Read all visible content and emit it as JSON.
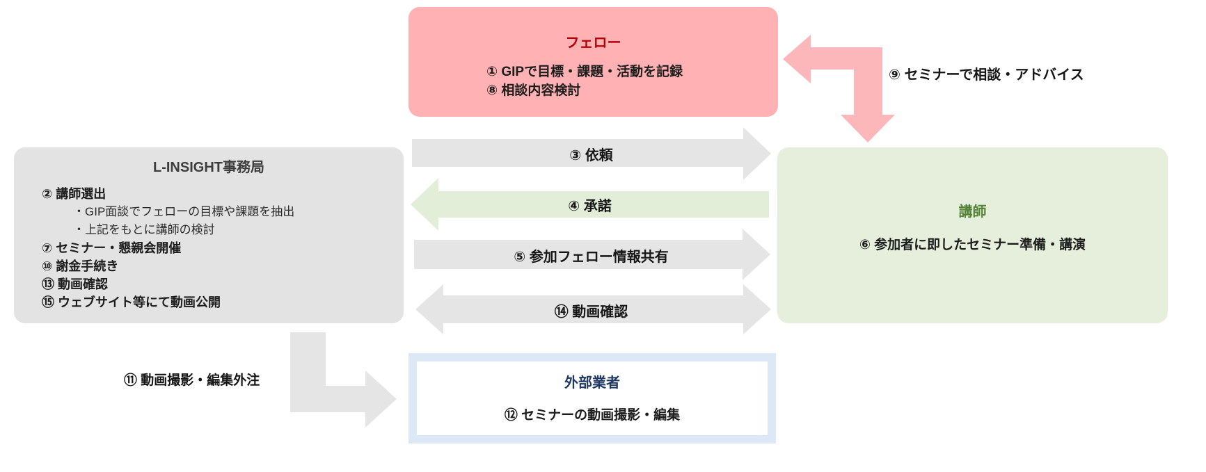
{
  "colors": {
    "pink_box": "#ffb1b3",
    "pink_arrow": "#fbb7b9",
    "red_title": "#b50006",
    "gray_box": "#e3e3e3",
    "gray_arrow": "#e5e5e5",
    "office_title": "#3d3d3d",
    "green_box": "#e5efdb",
    "green_arrow": "#e3eed9",
    "green_title": "#538135",
    "blue_border": "#dce8f5",
    "navy_title": "#1f3864"
  },
  "boxes": {
    "fellow": {
      "title": "フェロー",
      "items": [
        "① GIPで目標・課題・活動を記録",
        "⑧ 相談内容検討"
      ]
    },
    "office": {
      "title": "L-INSIGHT事務局",
      "items": [
        {
          "text": "② 講師選出",
          "style": "main"
        },
        {
          "text": "・GIP面談でフェローの目標や課題を抽出",
          "style": "sub"
        },
        {
          "text": "・上記をもとに講師の検討",
          "style": "sub"
        },
        {
          "text": "⑦ セミナー・懇親会開催",
          "style": "main"
        },
        {
          "text": "⑩ 謝金手続き",
          "style": "main"
        },
        {
          "text": "⑬ 動画確認",
          "style": "main"
        },
        {
          "text": "⑮ ウェブサイト等にて動画公開",
          "style": "main"
        }
      ]
    },
    "lecturer": {
      "title": "講師",
      "items": [
        "⑥ 参加者に即したセミナー準備・講演"
      ]
    },
    "vendor": {
      "title": "外部業者",
      "items": [
        "⑫ セミナーの動画撮影・編集"
      ]
    }
  },
  "arrows": {
    "request": {
      "label": "③ 依頼",
      "from": "office",
      "to": "lecturer"
    },
    "accept": {
      "label": "④ 承諾",
      "from": "lecturer",
      "to": "office"
    },
    "share": {
      "label": "⑤ 参加フェロー情報共有",
      "from": "office",
      "to": "lecturer"
    },
    "video_check": {
      "label": "⑭ 動画確認",
      "from": "office",
      "to": "lecturer",
      "bidirectional": true
    },
    "consult": {
      "label": "⑨ セミナーで相談・アドバイス",
      "from": "lecturer",
      "to": "fellow",
      "bidirectional": true
    },
    "outsource": {
      "label": "⑪ 動画撮影・編集外注",
      "from": "office",
      "to": "vendor"
    }
  }
}
